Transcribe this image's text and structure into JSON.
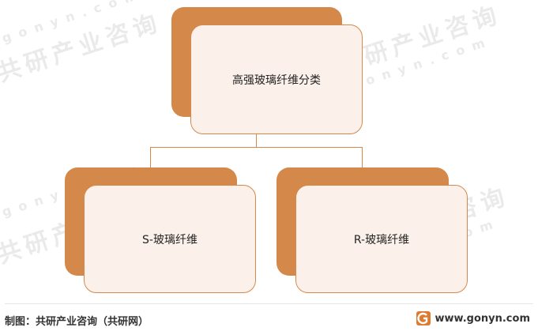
{
  "diagram": {
    "root": {
      "label": "高强玻璃纤维分类"
    },
    "children": [
      {
        "label": "S-玻璃纤维"
      },
      {
        "label": "R-玻璃纤维"
      }
    ]
  },
  "footer": {
    "source_text": "制图：共研产业咨询（共研网）",
    "website": "www.gonyn.com"
  },
  "watermark": {
    "brand_cn": "共研产业咨询",
    "brand_en": "gonyn.com"
  },
  "colors": {
    "accent": "#d4894b",
    "card_fill": "#fcf1ea"
  }
}
